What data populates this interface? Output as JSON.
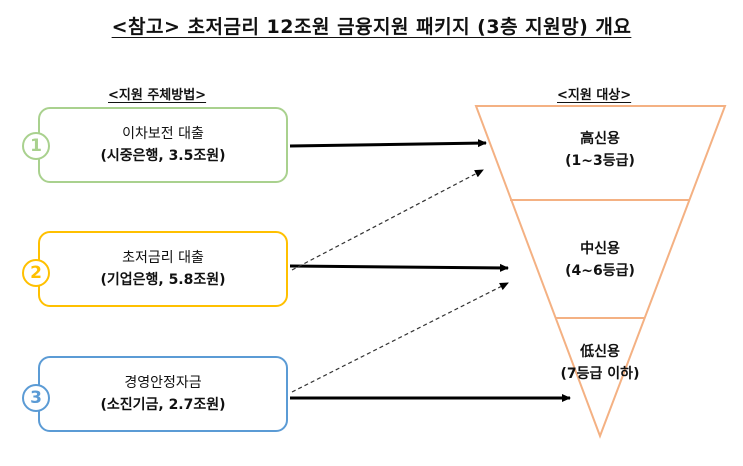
{
  "title": "<참고> 초저금리 12조원 금융지원 패키지 (3층 지원망) 개요",
  "left_heading": "<지원 주체방법>",
  "right_heading": "<지원 대상>",
  "programs": [
    {
      "num": "1",
      "name": "이차보전 대출",
      "detail": "(시중은행, 3.5조원)",
      "color": "#a9d18e"
    },
    {
      "num": "2",
      "name": "초저금리 대출",
      "detail": "(기업은행, 5.8조원)",
      "color": "#ffc000"
    },
    {
      "num": "3",
      "name": "경영안정자금",
      "detail": "(소진기금, 2.7조원)",
      "color": "#5b9bd5"
    }
  ],
  "tiers": [
    {
      "name": "高신용",
      "range": "(1~3등급)"
    },
    {
      "name": "中신용",
      "range": "(4~6등급)"
    },
    {
      "name": "低신용",
      "range": "(7등급 이하)"
    }
  ],
  "funnel_color": "#f4b183"
}
